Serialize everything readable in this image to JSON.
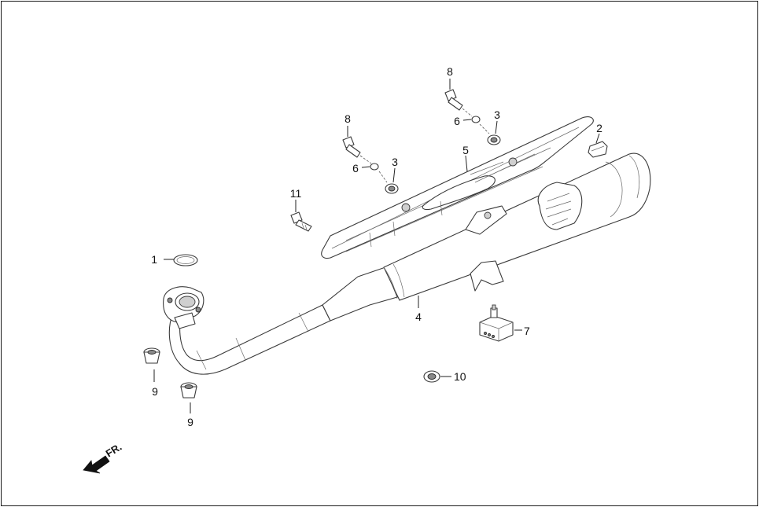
{
  "callouts": {
    "p1": "1",
    "p2": "2",
    "p3a": "3",
    "p3b": "3",
    "p4": "4",
    "p5": "5",
    "p6a": "6",
    "p6b": "6",
    "p7": "7",
    "p8a": "8",
    "p8b": "8",
    "p9a": "9",
    "p9b": "9",
    "p10": "10",
    "p11": "11"
  },
  "front_marker": "FR."
}
